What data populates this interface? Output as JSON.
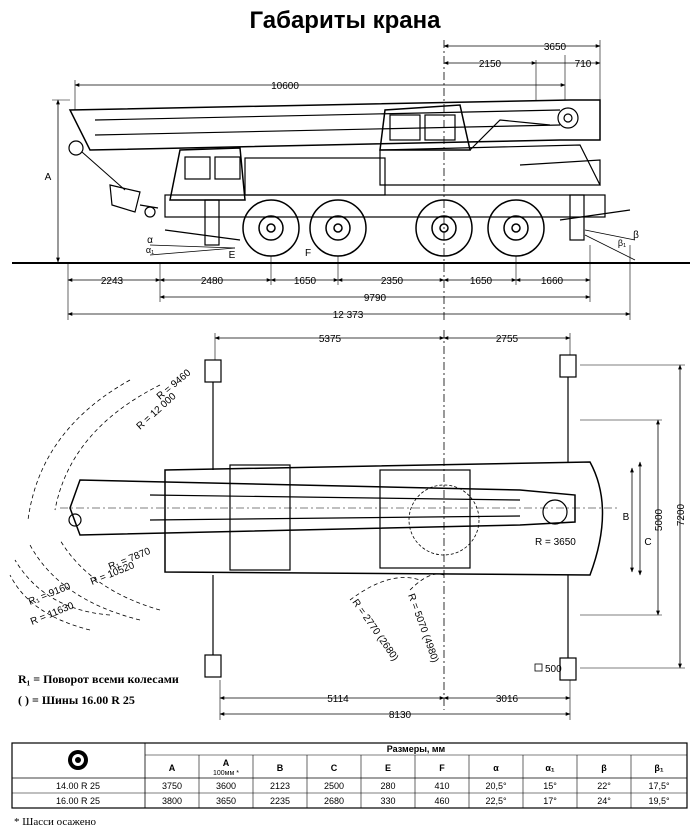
{
  "title": "Габариты крана",
  "side_view": {
    "dims_top": {
      "d3650": "3650",
      "d2150": "2150",
      "d710": "710",
      "d10600": "10600"
    },
    "dims_bottom": {
      "d2243": "2243",
      "d2480": "2480",
      "d1650a": "1650",
      "d2350": "2350",
      "d1650b": "1650",
      "d1660": "1660",
      "d9790": "9790",
      "d12373": "12 373"
    },
    "labels": {
      "A": "A",
      "E": "E",
      "F": "F",
      "alpha": "α",
      "alpha1": "α₁",
      "beta": "β",
      "beta1": "β₁"
    }
  },
  "top_view": {
    "dims_top": {
      "d5375": "5375",
      "d2755": "2755"
    },
    "dims_right": {
      "B": "B",
      "C": "C",
      "d5000": "5000",
      "d7200": "7200"
    },
    "radii": {
      "r9460": "R = 9460",
      "r12000": "R = 12 000",
      "r7870": "R₁ = 7870",
      "r10520": "R = 10520",
      "r9160": "R₁ = 9160",
      "r11630": "R = 11630",
      "r3650": "R = 3650",
      "r2770": "R = 2770 (2680)",
      "r5070": "R = 5070 (4980)"
    },
    "dims_bottom": {
      "d5114": "5114",
      "d3016": "3016",
      "d8130": "8130",
      "d500": "500"
    },
    "legend": {
      "line1": "R₁ = Поворот всеми колесами",
      "line2": "( ) = Шины 16.00 R 25"
    }
  },
  "table": {
    "group_header": "Размеры, мм",
    "columns": [
      "A",
      "A",
      "B",
      "C",
      "E",
      "F",
      "α",
      "α₁",
      "β",
      "β₁"
    ],
    "col2_sub": "100мм *",
    "rows": [
      {
        "tire": "14.00 R 25",
        "values": [
          "3750",
          "3600",
          "2123",
          "2500",
          "280",
          "410",
          "20,5°",
          "15°",
          "22°",
          "17,5°"
        ]
      },
      {
        "tire": "16.00 R 25",
        "values": [
          "3800",
          "3650",
          "2235",
          "2680",
          "330",
          "460",
          "22,5°",
          "17°",
          "24°",
          "19,5°"
        ]
      }
    ],
    "footnote": "* Шасси осажено"
  }
}
